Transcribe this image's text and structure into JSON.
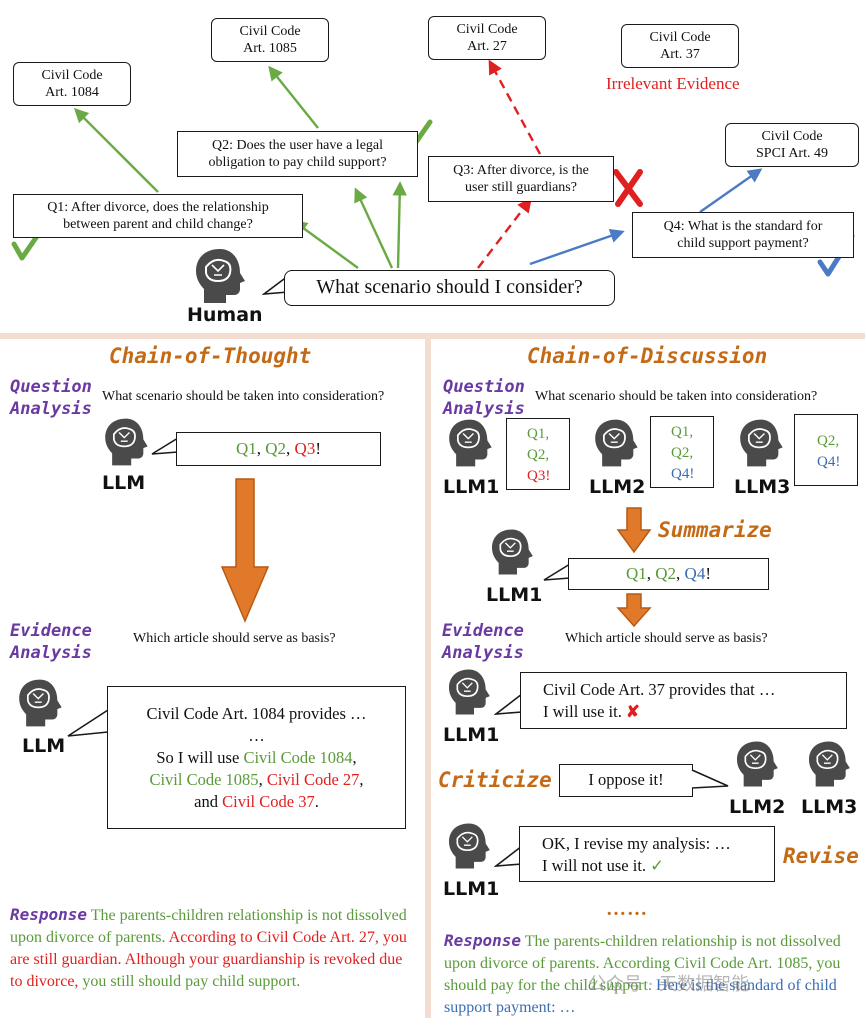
{
  "top": {
    "codes": {
      "c1084": [
        "Civil Code",
        "Art. 1084"
      ],
      "c1085": [
        "Civil Code",
        "Art. 1085"
      ],
      "c27": [
        "Civil Code",
        "Art. 27"
      ],
      "c37": [
        "Civil Code",
        "Art. 37"
      ],
      "spci49": [
        "Civil Code",
        "SPCI Art. 49"
      ]
    },
    "irrelevant_label": "Irrelevant Evidence",
    "q1": [
      "Q1: After divorce, does the relationship",
      "between parent and child change?"
    ],
    "q2": [
      "Q2: Does the user have a legal",
      "obligation to pay child support?"
    ],
    "q3": [
      "Q3: After divorce, is the",
      "user still guardians?"
    ],
    "q4": [
      "Q4: What is the standard for",
      "child support payment?"
    ],
    "human_question": "What scenario should I consider?",
    "human_label": "Human"
  },
  "cot": {
    "title": "Chain-of-Thought",
    "question_analysis": [
      "Question",
      "Analysis"
    ],
    "question_prompt": "What scenario should be taken into consideration?",
    "llm_label": "LLM",
    "qs": {
      "q1": "Q1",
      "sep1": ", ",
      "q2": "Q2",
      "sep2": ", ",
      "q3": "Q3",
      "end": "!"
    },
    "evidence_analysis": [
      "Evidence",
      "Analysis"
    ],
    "evidence_prompt": "Which article should serve as basis?",
    "speech": {
      "line1": "Civil Code Art. 1084 provides …",
      "line2": "…",
      "line3a": "So I will use ",
      "c1084": "Civil Code 1084",
      "comma1": ",",
      "c1085": "Civil Code 1085",
      "comma2": ", ",
      "c27": "Civil Code 27",
      "comma3": ",",
      "and": "and ",
      "c37": "Civil Code 37",
      "period": "."
    },
    "response": {
      "label": "Response",
      "g1": "The parents-children relationship is not dissolved upon divorce of parents.",
      "r1": "According to Civil Code Art. 27, you are still guardian. Although your guardianship is revoked due to divorce,",
      "g2": "you still should pay child support."
    }
  },
  "cod": {
    "title": "Chain-of-Discussion",
    "question_analysis": [
      "Question",
      "Analysis"
    ],
    "question_prompt": "What scenario should be taken into consideration?",
    "llm1": "LLM1",
    "llm2": "LLM2",
    "llm3": "LLM3",
    "llm1_qs": [
      "Q1,",
      "Q2,",
      "Q3!"
    ],
    "llm2_qs": [
      "Q1,",
      "Q2,",
      "Q4!"
    ],
    "llm3_qs": [
      "Q2,",
      "Q4!"
    ],
    "summarize": "Summarize",
    "summary": {
      "q1": "Q1",
      "sep1": ", ",
      "q2": "Q2",
      "sep2": ", ",
      "q4": "Q4",
      "end": "!"
    },
    "evidence_analysis": [
      "Evidence",
      "Analysis"
    ],
    "evidence_prompt": "Which article should serve as basis?",
    "llm1_claim": [
      "Civil Code Art. 37 provides that …",
      "I will use it."
    ],
    "criticize": "Criticize",
    "oppose": "I oppose it!",
    "revise_text": [
      "OK, I revise my analysis: …",
      "I will not use it."
    ],
    "revise": "Revise",
    "dots": "……",
    "response": {
      "label": "Response",
      "g1": "The parents-children relationship is not dissolved upon divorce of parents. According Civil Code Art. 1085, you should pay for the child support.",
      "b1": "Here is the standard of child support payment: …"
    }
  },
  "watermark": "公众号 · 天数据智能",
  "colors": {
    "green": "#5a9a3a",
    "red": "#e02020",
    "blue": "#3a6db4",
    "orange": "#c46a16",
    "purple": "#6a3aa2",
    "arrow_orange": "#e07a2a"
  }
}
